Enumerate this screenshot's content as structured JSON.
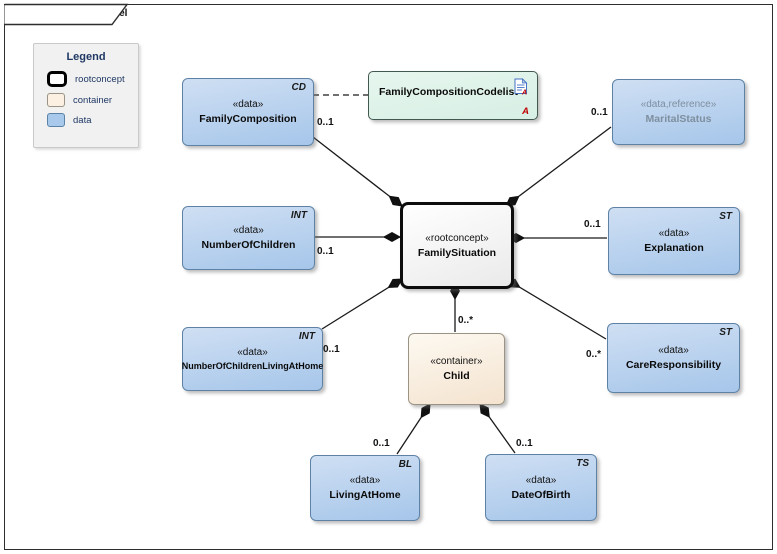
{
  "frame": {
    "tab_label": "class Information Model"
  },
  "legend": {
    "title": "Legend",
    "items": [
      {
        "label": "rootconcept"
      },
      {
        "label": "container"
      },
      {
        "label": "data"
      }
    ]
  },
  "nodes": {
    "family_composition": {
      "stereotype": "«data»",
      "name": "FamilyComposition",
      "type_code": "CD"
    },
    "family_composition_codelist": {
      "name": "FamilyCompositionCodelist",
      "abstract_marker": "A"
    },
    "marital_status": {
      "stereotype": "«data,reference»",
      "name": "MaritalStatus"
    },
    "family_situation": {
      "stereotype": "«rootconcept»",
      "name": "FamilySituation"
    },
    "number_of_children": {
      "stereotype": "«data»",
      "name": "NumberOfChildren",
      "type_code": "INT"
    },
    "explanation": {
      "stereotype": "«data»",
      "name": "Explanation",
      "type_code": "ST"
    },
    "number_of_children_living_at_home": {
      "stereotype": "«data»",
      "name": "NumberOfChildrenLivingAtHome",
      "type_code": "INT"
    },
    "care_responsibility": {
      "stereotype": "«data»",
      "name": "CareResponsibility",
      "type_code": "ST"
    },
    "child": {
      "stereotype": "«container»",
      "name": "Child"
    },
    "living_at_home": {
      "stereotype": "«data»",
      "name": "LivingAtHome",
      "type_code": "BL"
    },
    "date_of_birth": {
      "stereotype": "«data»",
      "name": "DateOfBirth",
      "type_code": "TS"
    }
  },
  "multiplicities": {
    "family_composition": "0..1",
    "marital_status": "0..1",
    "number_of_children": "0..1",
    "explanation": "0..1",
    "number_of_children_living_at_home": "0..1",
    "care_responsibility": "0..*",
    "child": "0..*",
    "living_at_home": "0..1",
    "date_of_birth": "0..1"
  },
  "colors": {
    "data_fill": "#aecdee",
    "data_border": "#5e82a5",
    "container_fill": "#f7e9d6",
    "container_border": "#9b9383",
    "rootconcept_border": "#000000",
    "codelist_fill": "#def1e8",
    "codelist_border": "#41594e",
    "legend_text": "#1f3864",
    "abstract_marker_color": "#c00000",
    "connector_color": "#1a1a1a"
  }
}
